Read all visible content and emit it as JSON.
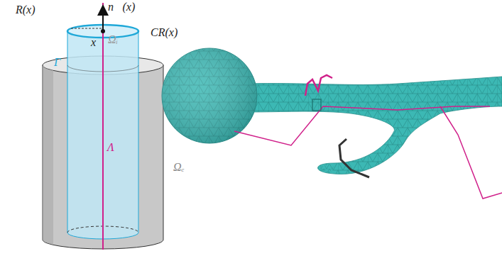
{
  "diagram": {
    "labels": [
      "R(x)",
      "n⃗(x)",
      "CR(x)",
      "x",
      "Ωᵢ",
      "Γ",
      "Λ",
      "Ωₑ"
    ]
  }
}
